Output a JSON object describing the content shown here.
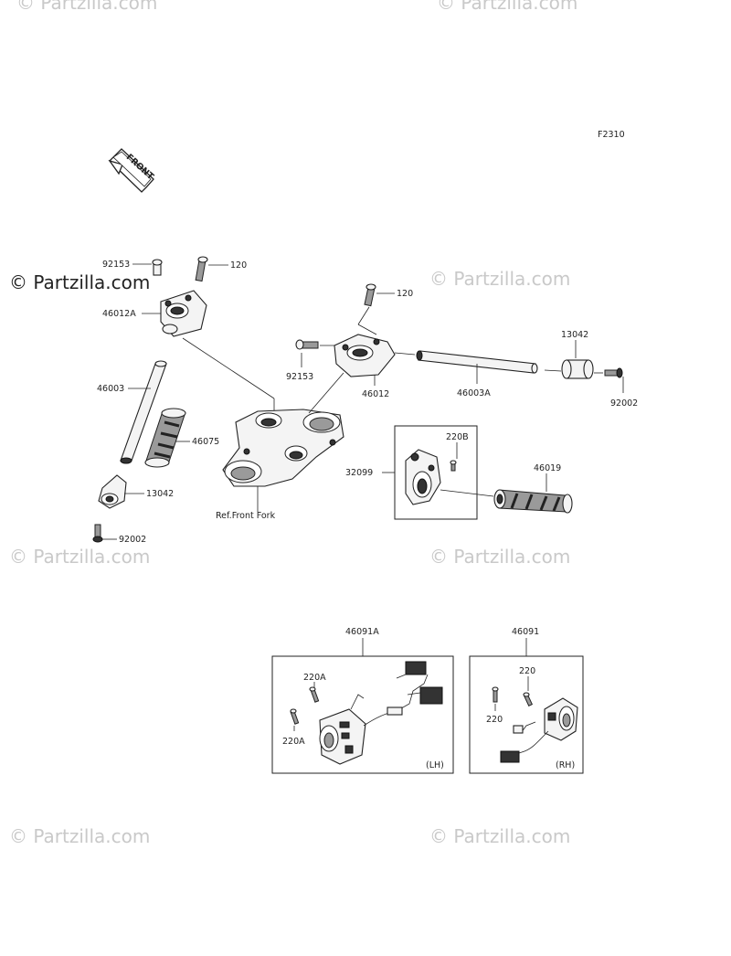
{
  "diagram": {
    "code": "F2310",
    "front_arrow_label": "FRONT",
    "watermarks": {
      "primary": "© Partzilla.com",
      "faint": "© Partzilla.com"
    },
    "labels": {
      "p92153_top": "92153",
      "p120_left": "120",
      "p46012A": "46012A",
      "p46003": "46003",
      "p46075": "46075",
      "p13042_left": "13042",
      "p92002_left": "92002",
      "ref_front_fork": "Ref.Front Fork",
      "p120_right": "120",
      "p92153_mid": "92153",
      "p46012": "46012",
      "p46003A": "46003A",
      "p13042_right": "13042",
      "p92002_right": "92002",
      "p220B": "220B",
      "p32099": "32099",
      "p46019": "46019",
      "p46091A": "46091A",
      "p220A_top": "220A",
      "p220A_bottom": "220A",
      "lh": "(LH)",
      "p46091": "46091",
      "p220_top": "220",
      "p220_bottom": "220",
      "rh": "(RH)"
    }
  }
}
